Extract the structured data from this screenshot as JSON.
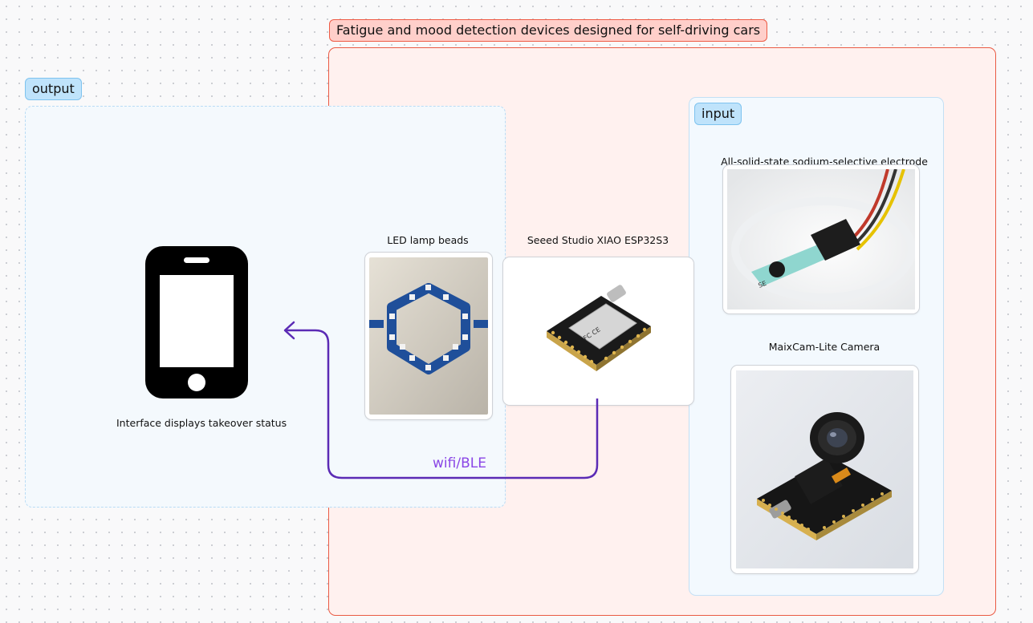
{
  "title": "Fatigue and mood detection devices designed for self-driving cars",
  "groups": {
    "output": "output",
    "input": "input"
  },
  "nodes": {
    "phone_caption": "Interface displays takeover status",
    "led_caption": "LED lamp beads",
    "esp_caption": "Seeed Studio XIAO ESP32S3",
    "electrode_caption": "All-solid-state sodium-selective electrode",
    "camera_caption": "MaixCam-Lite Camera"
  },
  "connection_label": "wifi/BLE",
  "colors": {
    "frame_red": "#ea5a44",
    "frame_blue": "#c3e0f5",
    "arrow": "#5b2bb5",
    "arrow_label": "#8a46e6"
  }
}
